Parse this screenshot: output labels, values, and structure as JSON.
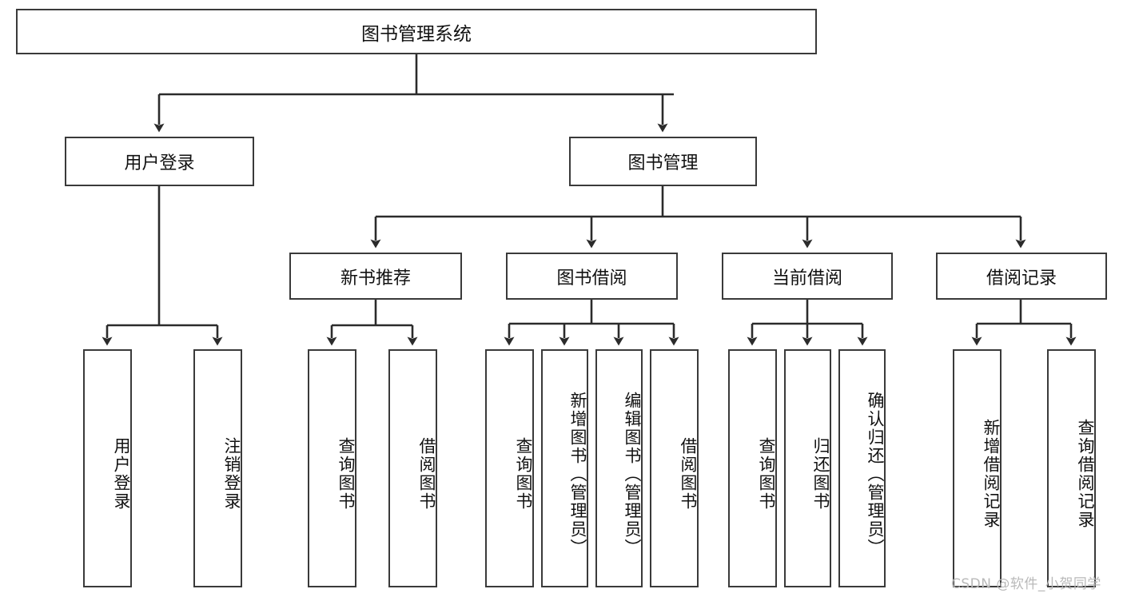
{
  "diagram": {
    "title": "图书管理系统",
    "watermark": "CSDN @软件_小贺同学",
    "colors": {
      "box_border": "#3a3a3a",
      "box_fill": "#ffffff",
      "connector": "#2b2b2b",
      "text": "#111111",
      "watermark": "#b9b9b9",
      "background": "#ffffff"
    },
    "root": {
      "label": "图书管理系统"
    },
    "level2": [
      {
        "label": "用户登录"
      },
      {
        "label": "图书管理"
      }
    ],
    "level3": [
      {
        "label": "新书推荐"
      },
      {
        "label": "图书借阅"
      },
      {
        "label": "当前借阅"
      },
      {
        "label": "借阅记录"
      }
    ],
    "leaves": {
      "user_login": [
        {
          "label": "用户登录"
        },
        {
          "label": "注销登录"
        }
      ],
      "new_book_recommend": [
        {
          "label": "查询图书"
        },
        {
          "label": "借阅图书"
        }
      ],
      "book_borrow": [
        {
          "label": "查询图书"
        },
        {
          "label": "新增图书（管理员）"
        },
        {
          "label": "编辑图书（管理员）"
        },
        {
          "label": "借阅图书"
        }
      ],
      "current_borrow": [
        {
          "label": "查询图书"
        },
        {
          "label": "归还图书"
        },
        {
          "label": "确认归还（管理员）"
        }
      ],
      "borrow_record": [
        {
          "label": "新增借阅记录"
        },
        {
          "label": "查询借阅记录"
        }
      ]
    }
  }
}
